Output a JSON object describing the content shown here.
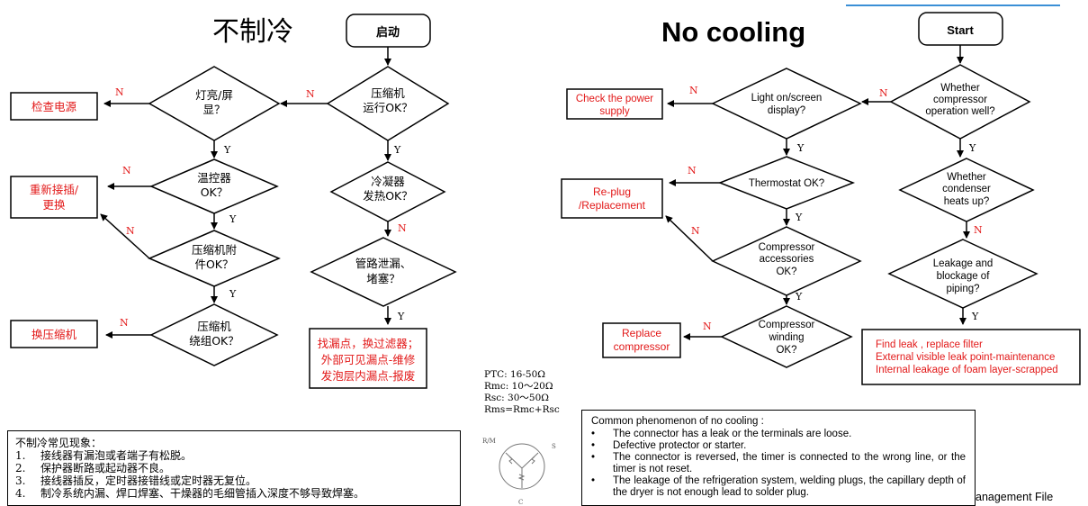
{
  "cn": {
    "title": "不制冷",
    "start": "启动",
    "q_compressor": [
      "压缩机",
      "运行OK？"
    ],
    "q_light": [
      "灯亮/屏",
      "显？"
    ],
    "q_thermostat": [
      "温控器",
      "OK？"
    ],
    "q_accessories": [
      "压缩机附",
      "件OK？"
    ],
    "q_winding": [
      "压缩机",
      "绕组OK？"
    ],
    "q_condenser": [
      "冷凝器",
      "发热OK？"
    ],
    "q_leak": [
      "管路泄漏、",
      "堵塞？"
    ],
    "a_power": "检查电源",
    "a_replug": [
      "重新接插/",
      "更换"
    ],
    "a_replace": "换压缩机",
    "a_leak": [
      "找漏点，换过滤器；",
      "外部可见漏点-维修",
      "发泡层内漏点-报废"
    ],
    "note_title": "不制冷常见现象：",
    "note_items": [
      {
        "n": "1.",
        "t": "接线器有漏泡或者端子有松脱。"
      },
      {
        "n": "2.",
        "t": "保护器断路或起动器不良。"
      },
      {
        "n": "3.",
        "t": "接线器插反，定时器接错线或定时器无复位。"
      },
      {
        "n": "4.",
        "t": "制冷系统内漏、焊口焊塞、干燥器的毛细管插入深度不够导致焊塞。"
      }
    ]
  },
  "en": {
    "title": "No cooling",
    "start": "Start",
    "q_compressor": [
      "Whether",
      "compressor",
      "operation well?"
    ],
    "q_light": [
      "Light on/screen",
      "display?"
    ],
    "q_thermostat": [
      "Thermostat OK?"
    ],
    "q_accessories": [
      "Compressor",
      "accessories",
      "OK?"
    ],
    "q_winding": [
      "Compressor",
      "winding",
      "OK?"
    ],
    "q_condenser": [
      "Whether",
      "condenser",
      "heats up?"
    ],
    "q_leak": [
      "Leakage and",
      "blockage of",
      "piping?"
    ],
    "a_power": [
      "Check the power",
      "supply"
    ],
    "a_replug": [
      "Re-plug",
      "/Replacement"
    ],
    "a_replace": [
      "Replace",
      "compressor"
    ],
    "a_leak": [
      "Find leak , replace filter",
      "External visible leak point-maintenance",
      "Internal leakage of foam layer-scrapped"
    ],
    "note_title": "Common phenomenon of no cooling :",
    "note_items": [
      {
        "b": "•",
        "t": "The connector has a leak or the terminals are loose."
      },
      {
        "b": "•",
        "t": "Defective protector or starter."
      },
      {
        "b": "•",
        "t": "The connector is reversed, the timer is connected to the wrong line, or the timer is not reset."
      },
      {
        "b": "•",
        "t": "The leakage of the refrigeration system, welding plugs, the capillary depth of the dryer is not enough lead to solder plug."
      }
    ],
    "footer": "anagement  File"
  },
  "labels": {
    "yes": "Y",
    "no": "N"
  },
  "spec": {
    "lines": [
      "PTC: 16-50Ω",
      "Rmc: 10～20Ω",
      "Rsc: 30～50Ω",
      "Rms=Rmc+Rsc"
    ],
    "terminals": {
      "rm": "R/M",
      "s": "S",
      "c": "C"
    }
  },
  "colors": {
    "red": "#e21818",
    "accent_line": "#3a8fd6"
  }
}
